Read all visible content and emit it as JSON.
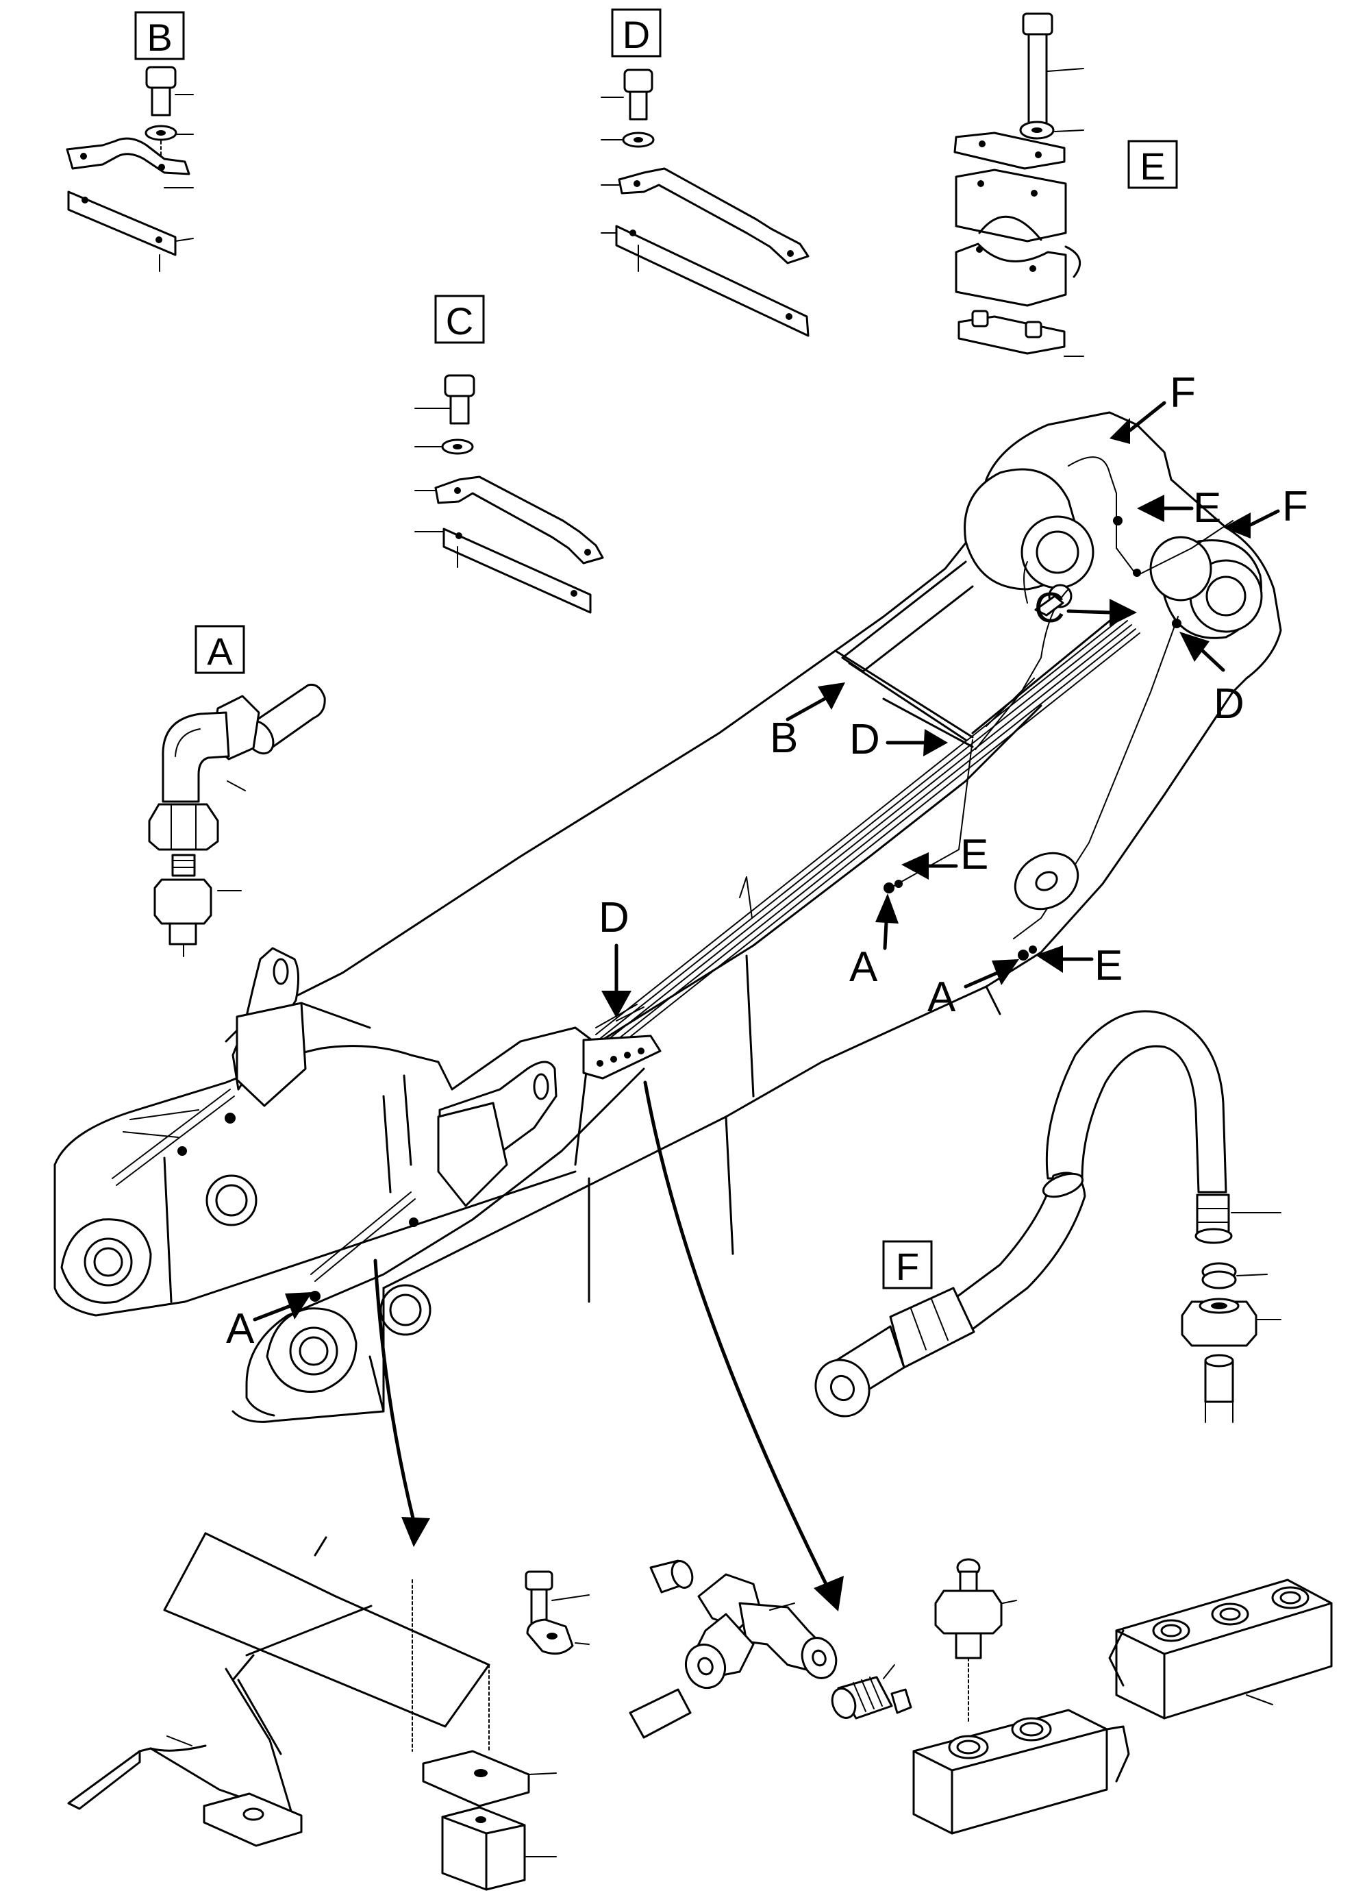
{
  "detail_labels": {
    "a": "A",
    "b": "B",
    "c": "C",
    "d": "D",
    "e": "E",
    "f": "F"
  },
  "location_labels": {
    "f_top": "F",
    "e_top": "E",
    "f_right": "F",
    "c_mid": "C",
    "d_right": "D",
    "b_left": "B",
    "d_mid": "D",
    "e_mid": "E",
    "a_mid": "A",
    "d_lower": "D",
    "a_right": "A",
    "e_right": "E",
    "a_lower": "A"
  }
}
